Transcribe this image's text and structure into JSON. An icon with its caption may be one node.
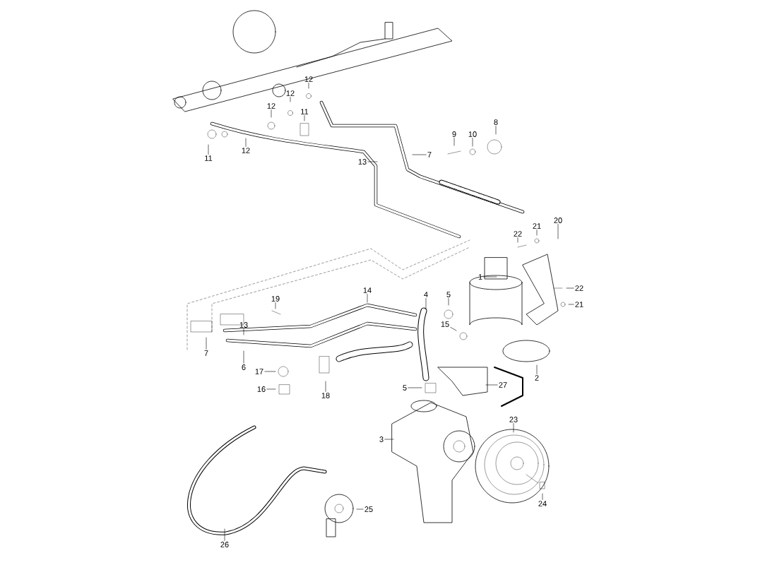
{
  "diagram": {
    "nodes": [
      {
        "text": [
          "12"
        ]
      },
      {
        "text": [
          "12"
        ]
      },
      {
        "text": [
          "12"
        ]
      },
      {
        "text": [
          "11"
        ]
      },
      {
        "text": [
          "8"
        ]
      },
      {
        "text": [
          "9"
        ]
      },
      {
        "text": [
          "10"
        ]
      },
      {
        "text": [
          "12"
        ]
      },
      {
        "text": [
          "7"
        ]
      },
      {
        "text": [
          "11"
        ]
      },
      {
        "text": [
          "13"
        ]
      },
      {
        "text": [
          "20"
        ]
      },
      {
        "text": [
          "21"
        ]
      },
      {
        "text": [
          "22"
        ]
      },
      {
        "text": [
          "1"
        ]
      },
      {
        "text": [
          "22"
        ]
      },
      {
        "text": [
          "4"
        ]
      },
      {
        "text": [
          "5"
        ]
      },
      {
        "text": [
          "14"
        ]
      },
      {
        "text": [
          "19"
        ]
      },
      {
        "text": [
          "21"
        ]
      },
      {
        "text": [
          "15"
        ]
      },
      {
        "text": [
          "13"
        ]
      },
      {
        "text": [
          "7"
        ]
      },
      {
        "text": [
          "6"
        ]
      },
      {
        "text": [
          "17"
        ]
      },
      {
        "text": [
          "2"
        ]
      },
      {
        "text": [
          "27"
        ]
      },
      {
        "text": [
          "5"
        ]
      },
      {
        "text": [
          "16"
        ]
      },
      {
        "text": [
          "18"
        ]
      },
      {
        "text": [
          "23"
        ]
      },
      {
        "text": [
          "3"
        ]
      },
      {
        "text": [
          "24"
        ]
      },
      {
        "text": [
          "25"
        ]
      },
      {
        "text": [
          "26"
        ]
      }
    ],
    "edges": [
      {
        "from": 0,
        "to": null,
        "arrow": "none"
      },
      {
        "from": 1,
        "to": null,
        "arrow": "none"
      },
      {
        "from": 2,
        "to": null,
        "arrow": "none"
      },
      {
        "from": 3,
        "to": null,
        "arrow": "none"
      },
      {
        "from": 4,
        "to": null,
        "arrow": "none"
      },
      {
        "from": 5,
        "to": null,
        "arrow": "none"
      },
      {
        "from": 6,
        "to": null,
        "arrow": "none"
      },
      {
        "from": 7,
        "to": null,
        "arrow": "none"
      },
      {
        "from": 8,
        "to": null,
        "arrow": "none"
      },
      {
        "from": 9,
        "to": null,
        "arrow": "none"
      },
      {
        "from": 10,
        "to": null,
        "arrow": "none"
      },
      {
        "from": 11,
        "to": null,
        "arrow": "none"
      },
      {
        "from": 12,
        "to": null,
        "arrow": "none"
      },
      {
        "from": 13,
        "to": null,
        "arrow": "none"
      },
      {
        "from": 14,
        "to": null,
        "arrow": "none"
      },
      {
        "from": 15,
        "to": null,
        "arrow": "none"
      },
      {
        "from": 16,
        "to": null,
        "arrow": "none"
      },
      {
        "from": 17,
        "to": null,
        "arrow": "none"
      },
      {
        "from": 18,
        "to": null,
        "arrow": "none"
      },
      {
        "from": 19,
        "to": null,
        "arrow": "none"
      },
      {
        "from": 20,
        "to": null,
        "arrow": "none"
      },
      {
        "from": 21,
        "to": null,
        "arrow": "none"
      },
      {
        "from": 22,
        "to": null,
        "arrow": "none"
      },
      {
        "from": 23,
        "to": null,
        "arrow": "none"
      },
      {
        "from": 24,
        "to": null,
        "arrow": "none"
      },
      {
        "from": 25,
        "to": null,
        "arrow": "none"
      },
      {
        "from": 26,
        "to": null,
        "arrow": "none"
      },
      {
        "from": 27,
        "to": null,
        "arrow": "none"
      },
      {
        "from": 28,
        "to": null,
        "arrow": "none"
      },
      {
        "from": 29,
        "to": null,
        "arrow": "none"
      },
      {
        "from": 30,
        "to": null,
        "arrow": "none"
      },
      {
        "from": 31,
        "to": null,
        "arrow": "none"
      },
      {
        "from": 32,
        "to": null,
        "arrow": "none"
      },
      {
        "from": 33,
        "to": null,
        "arrow": "none"
      },
      {
        "from": 34,
        "to": null,
        "arrow": "none"
      },
      {
        "from": 35,
        "to": null,
        "arrow": "none"
      }
    ]
  }
}
